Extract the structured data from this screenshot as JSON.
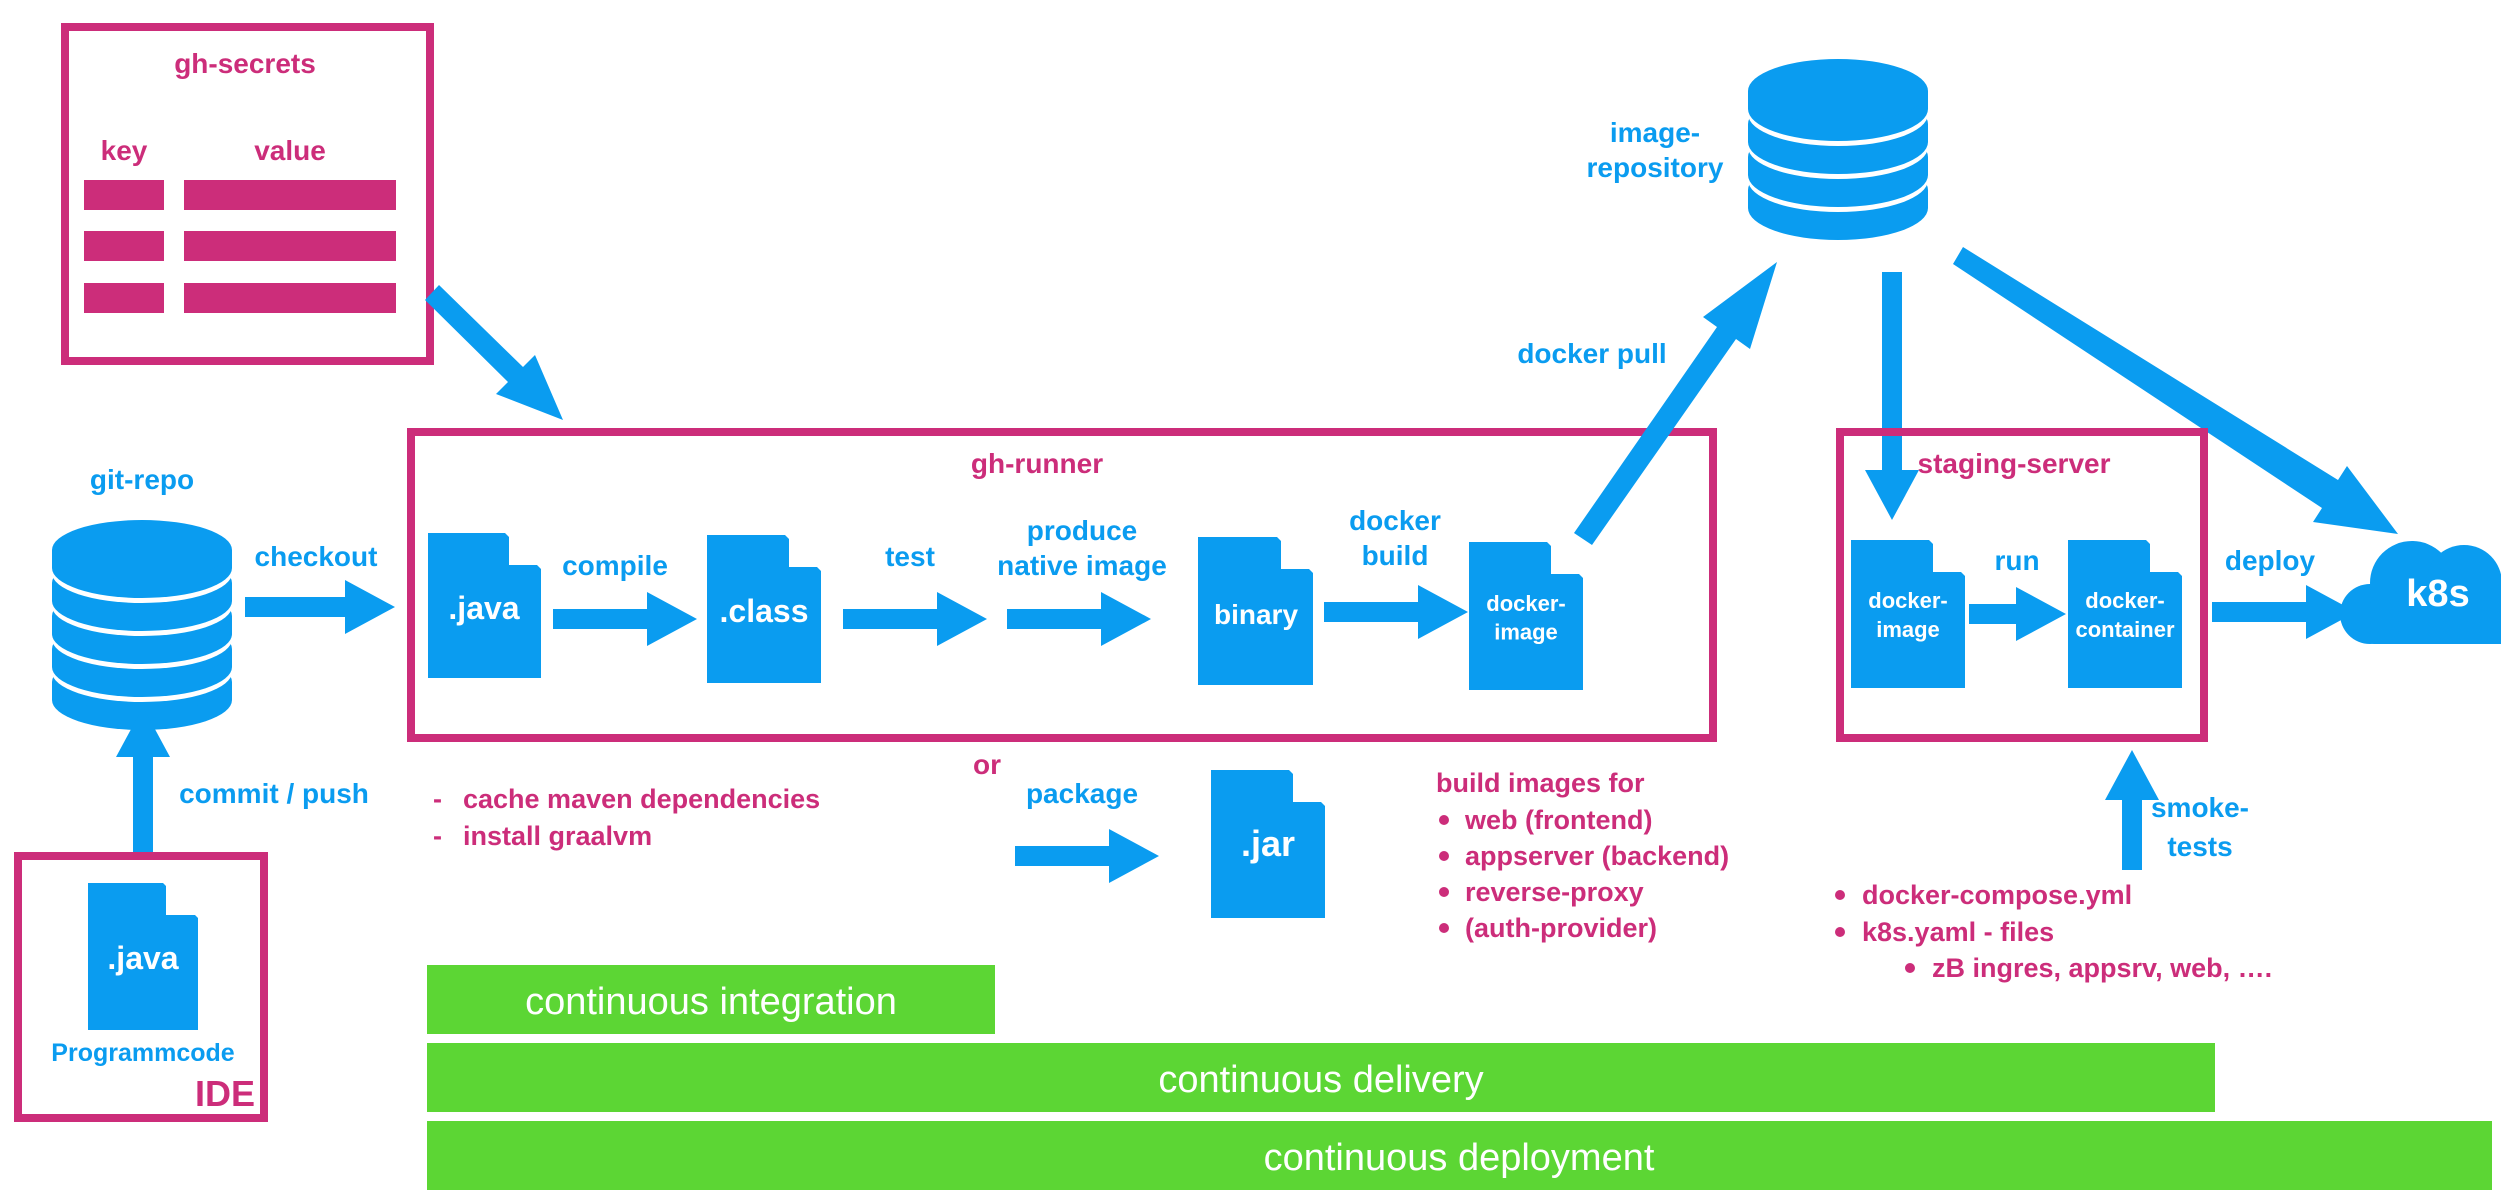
{
  "colors": {
    "blue": "#0a9cf0",
    "magenta": "#cc2d7a",
    "green": "#5cd634",
    "white": "#ffffff"
  },
  "secrets": {
    "title": "gh-secrets",
    "key_header": "key",
    "value_header": "value"
  },
  "git_repo": {
    "label": "git-repo",
    "checkout": "checkout",
    "commit_push": "commit / push"
  },
  "ide": {
    "file": ".java",
    "caption": "Programmcode",
    "label": "IDE"
  },
  "runner": {
    "title": "gh-runner",
    "files": {
      "java": ".java",
      "class": ".class",
      "binary": "binary",
      "docker_image": "docker-image"
    },
    "steps": {
      "compile": "compile",
      "test": "test",
      "produce_native_image": "produce native image",
      "docker_build": "docker build"
    },
    "notes": [
      "cache maven dependencies",
      "install graalvm"
    ]
  },
  "alt_path": {
    "or": "or",
    "package": "package",
    "jar": ".jar"
  },
  "build_images": {
    "title": "build images for",
    "items": [
      "web (frontend)",
      "appserver (backend)",
      "reverse-proxy",
      "(auth-provider)"
    ]
  },
  "image_repository": {
    "label": "image-repository",
    "docker_pull": "docker pull"
  },
  "staging": {
    "title": "staging-server",
    "docker_image": "docker-image",
    "run": "run",
    "docker_container": "docker-container",
    "deploy": "deploy",
    "smoke_tests": "smoke-tests",
    "files": [
      "docker-compose.yml",
      "k8s.yaml - files"
    ],
    "subitems": [
      "zB ingres, appsrv, web, …."
    ]
  },
  "k8s": {
    "label": "k8s"
  },
  "stages": {
    "integration": "continuous integration",
    "delivery": "continuous delivery",
    "deployment": "continuous deployment"
  }
}
